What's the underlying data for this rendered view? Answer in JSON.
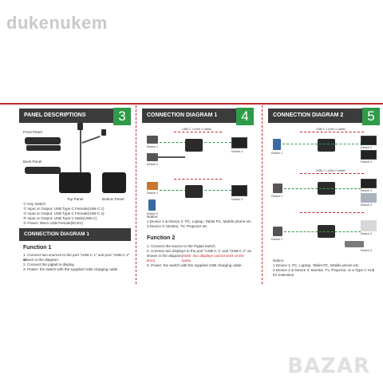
{
  "watermark": "dukenukem",
  "bazar_logo": "BAZAR",
  "panel1": {
    "title": "PANEL DESCRIPTIONS",
    "number": "3",
    "front_label": "Front Panel",
    "back_label": "Back Panel",
    "top_label": "Top Panel",
    "bottom_label": "Bottom Panel",
    "legend": [
      "① Key Switch",
      "② Input or Output: USB Type C Female(USB-C 1)",
      "③ Input or Output: USB Type C Female(USB-C 2)",
      "④ Input or Output: USB Type C Male(USB-C)",
      "⑤ Power: Micro USB Female(DC5V)"
    ],
    "section_title": "CONNECTION DIAGRAM 1",
    "function_title": "Function 1",
    "steps": [
      "1. Connect two sources to the port \"USB-C 1\" and port \"USB-C 2\" as",
      "   shown in the diagram.",
      "2. Connect the pigtail to display.",
      "3. Power: the switch with the supplied USB charging cable."
    ]
  },
  "panel2": {
    "title": "CONNECTION DIAGRAM 1",
    "number": "4",
    "device1": "Device 1",
    "device2": "Device 2",
    "cable_note": "USB-C 1 (Gen 2 cable)",
    "notice_title": "Notice:",
    "notice_lines": [
      "1.Device 1 & Device 2: PC, Laptop, Tablet PC, Mobile phone etc.",
      "2.Device 3: Monitor, TV, Projector etc."
    ],
    "function_title": "Function 2",
    "steps_line1": "1. Connect the source to the Pigtail switch.",
    "steps_line2": "2. Connect two displays to the port \"USB-C 1\" and \"USB-C 2\" as",
    "steps_line3": "   shown in the diagram.",
    "steps_note": "(Note: two displays cannot work at the same",
    "steps_note2": "time)",
    "steps_line4": "3. Power: the switch with the supplied USB charging cable."
  },
  "panel3": {
    "title": "CONNECTION DIAGRAM 2",
    "number": "5",
    "device1": "Device 1",
    "device2": "Device 2",
    "device3": "Device 3",
    "cable_note": "USB-C 1 (Gen 2 cable)",
    "notice_title": "Notice:",
    "notice_lines": [
      "1.Device 1: PC, Laptop, Tablet PC, Mobile phone etc.",
      "2.Device 2 & Device 3: Monitor, TV, Projector, or a Type C Hub",
      "   for extension"
    ]
  }
}
